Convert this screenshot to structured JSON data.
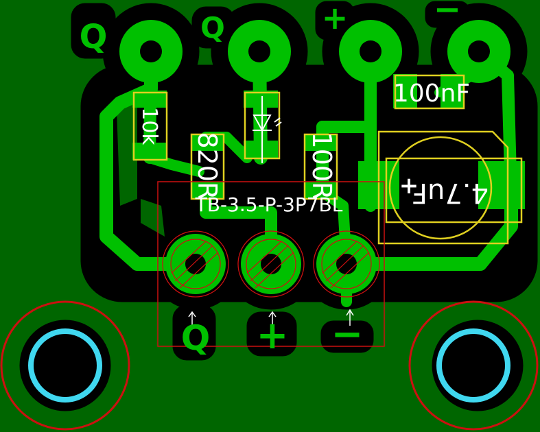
{
  "board": {
    "colors": {
      "background": "#006600",
      "clearance": "#000000",
      "copper": "#00c000",
      "silkscreen": "#ffffff",
      "component_outline": "#e0d020",
      "courtyard": "#cc1010",
      "drill_ring": "#40d8f0"
    },
    "top_header": {
      "symbols": [
        "Q",
        "Q",
        "+",
        "−"
      ]
    },
    "components": {
      "r1_value": "10k",
      "r2_value": "820R",
      "r3_value": "100R",
      "c1_value": "100nF",
      "c2_value": "4.7uF",
      "c2_polarity": "+",
      "connector_footprint": "TB-3.5-P-3P7BL"
    },
    "bottom_connector": {
      "symbols": [
        "Q",
        "+",
        "−"
      ]
    },
    "icons": [
      "led-icon",
      "arrow-up-icon",
      "mounting-hole-icon"
    ]
  }
}
